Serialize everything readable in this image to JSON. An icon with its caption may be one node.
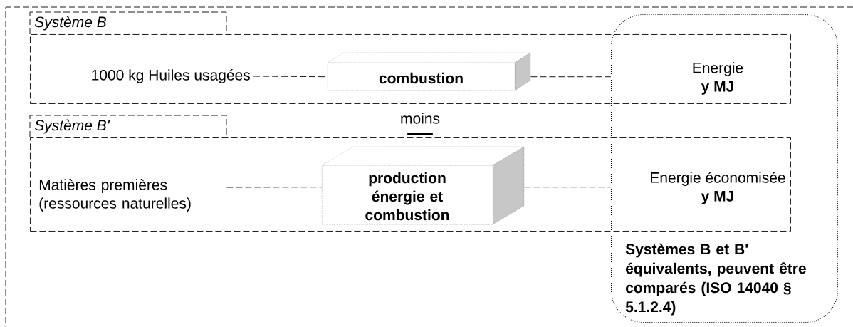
{
  "diagram": {
    "nodes": [
      {
        "text": [
          "Système B"
        ]
      },
      {
        "text": [
          "1000 kg Huiles usagées"
        ],
        "in": 0
      },
      {
        "text": [
          "combustion"
        ],
        "in": 0
      },
      {
        "text": [
          "Energie",
          "y MJ"
        ]
      },
      {
        "text": [
          "Système B'"
        ]
      },
      {
        "text": [
          "Matières premières (ressources naturelles)"
        ],
        "in": 4
      },
      {
        "text": [
          "production énergie et combustion"
        ],
        "in": 4
      },
      {
        "text": [
          "Energie économisée",
          "y MJ"
        ]
      },
      {
        "text": [
          "Systèmes B et B' équivalents, peuvent être comparés (ISO 14040 § 5.1.2.4)"
        ]
      }
    ],
    "edges": [
      {
        "from": 1,
        "to": 2,
        "arrow": "none"
      },
      {
        "from": 2,
        "to": 8,
        "arrow": "none"
      },
      {
        "from": 5,
        "to": 6,
        "arrow": "none"
      },
      {
        "from": 6,
        "to": 8,
        "arrow": "none"
      }
    ],
    "labels": [
      "moins"
    ]
  }
}
